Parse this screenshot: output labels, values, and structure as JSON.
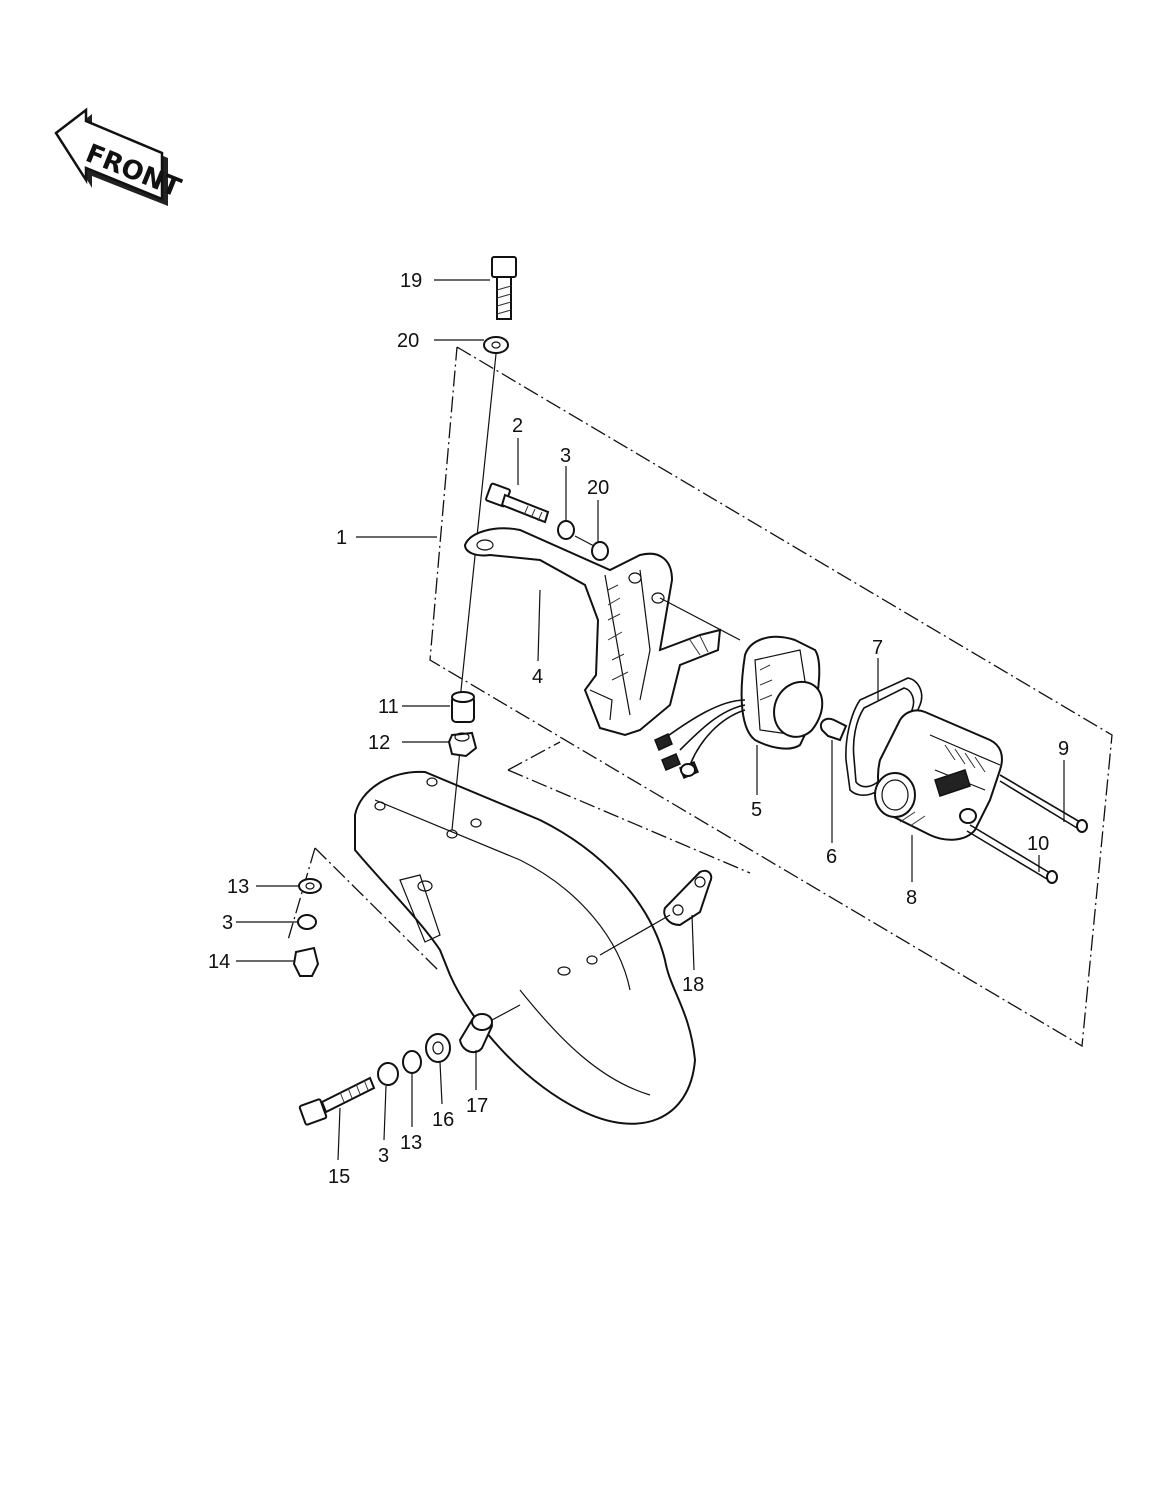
{
  "front_arrow": {
    "text": "FRONT"
  },
  "callouts": {
    "c1": "1",
    "c2": "2",
    "c3a": "3",
    "c20a": "20",
    "c4": "4",
    "c5": "5",
    "c6": "6",
    "c7": "7",
    "c8": "8",
    "c9": "9",
    "c10": "10",
    "c11": "11",
    "c12": "12",
    "c13a": "13",
    "c3b": "3",
    "c14": "14",
    "c15": "15",
    "c3c": "3",
    "c13b": "13",
    "c16": "16",
    "c17": "17",
    "c18": "18",
    "c19": "19",
    "c20b": "20"
  },
  "parts": [
    "fender-frame",
    "bolt",
    "lock-washer",
    "bracket",
    "lens-holder",
    "bulb",
    "gasket",
    "taillight-lens",
    "screw",
    "screw-long",
    "collar",
    "nut",
    "washer",
    "acorn-nut",
    "socket-bolt",
    "spacer",
    "collar-rubber",
    "license-bracket",
    "hex-bolt",
    "flat-washer"
  ]
}
